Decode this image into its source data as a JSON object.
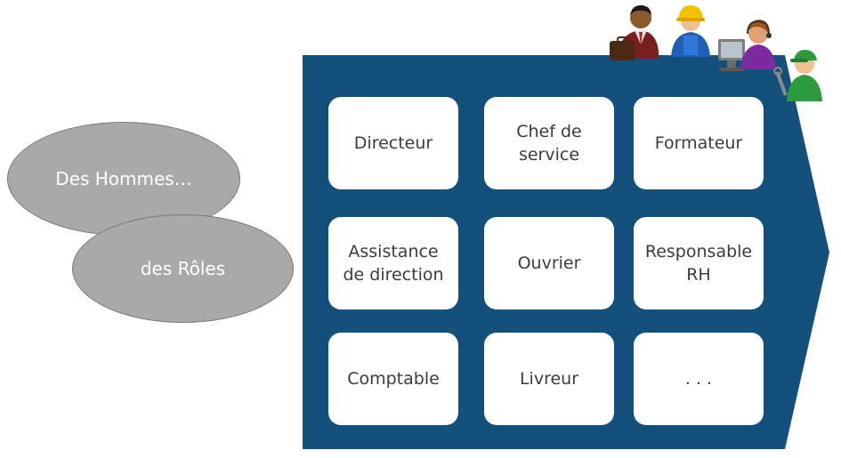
{
  "ellipses": {
    "hommes": "Des Hommes…",
    "roles": "des Rôles"
  },
  "roles": [
    "Directeur",
    "Chef de\nservice",
    "Formateur",
    "Assistance\nde direction",
    "Ouvrier",
    "Responsable\nRH",
    "Comptable",
    "Livreur",
    ". . ."
  ],
  "icons": [
    "businessman-icon",
    "construction-worker-icon",
    "call-center-operator-icon",
    "mechanic-icon"
  ],
  "colors": {
    "panel": "#13507b",
    "ellipse": "#a9a9a9",
    "card_text": "#3c3c3c"
  }
}
